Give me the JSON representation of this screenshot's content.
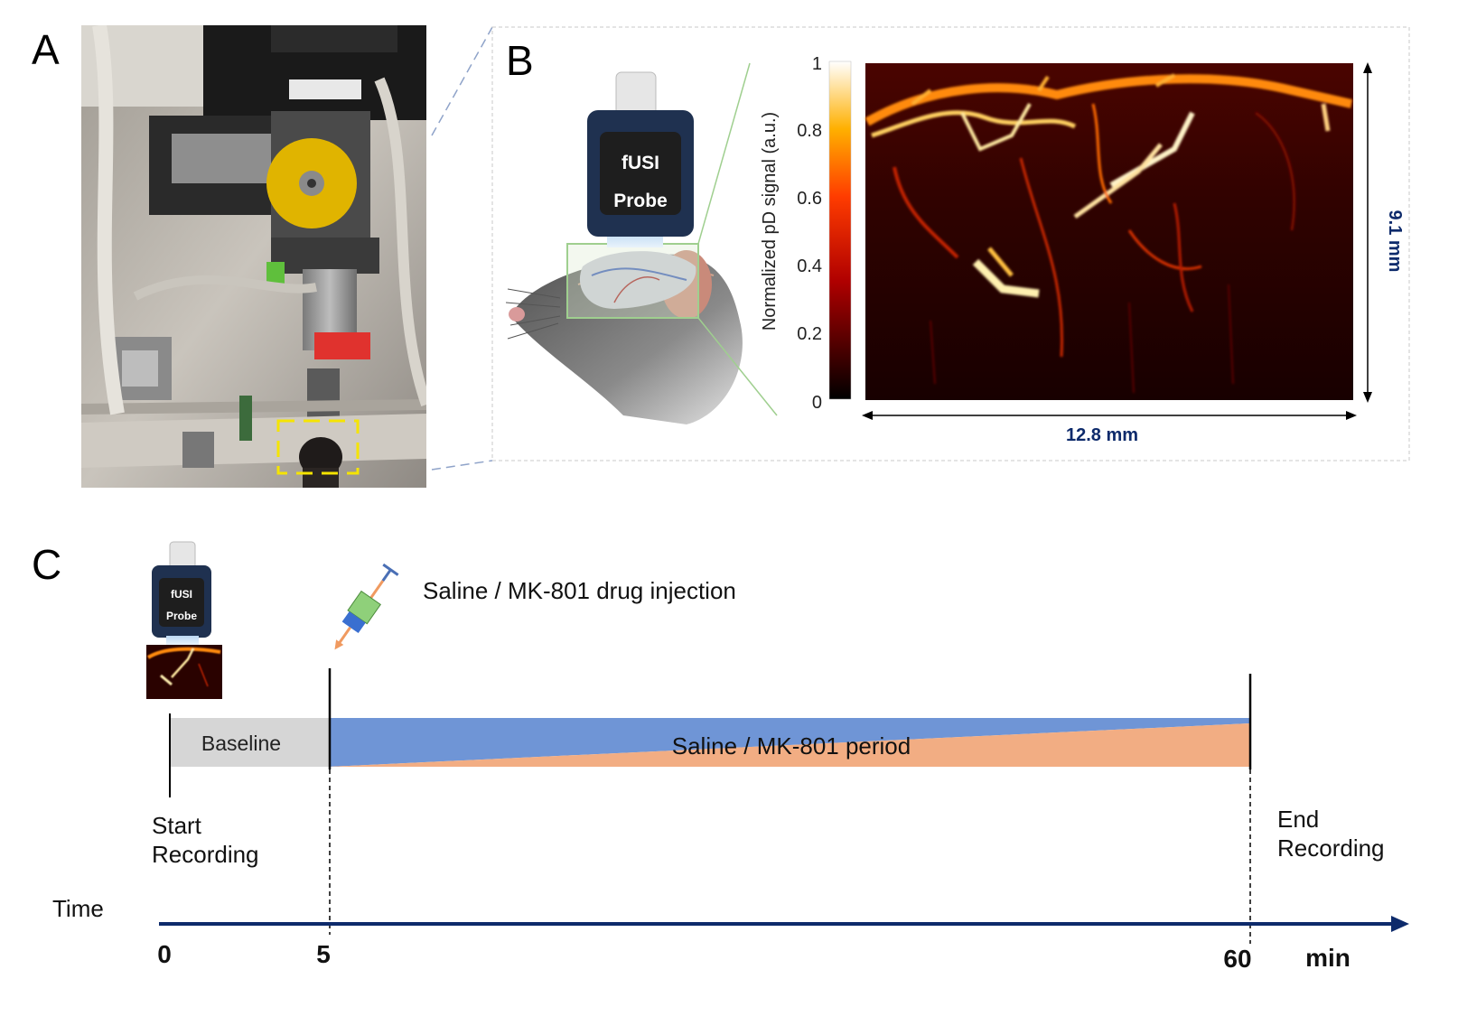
{
  "panels": {
    "a": {
      "letter": "A"
    },
    "b": {
      "letter": "B",
      "probe_label_line1": "fUSI",
      "probe_label_line2": "Probe",
      "colorbar_label": "Normalized pD signal (a.u.)",
      "colorbar_ticks": [
        "1",
        "0.8",
        "0.6",
        "0.4",
        "0.2",
        "0"
      ],
      "width_label": "12.8 mm",
      "height_label": "9.1 mm"
    },
    "c": {
      "letter": "C",
      "probe_label_line1": "fUSI",
      "probe_label_line2": "Probe",
      "injection_label": "Saline / MK-801 drug injection",
      "baseline_label": "Baseline",
      "period_label": "Saline / MK-801 period",
      "start_label_line1": "Start",
      "start_label_line2": "Recording",
      "end_label_line1": "End",
      "end_label_line2": "Recording",
      "time_label": "Time",
      "tick_0": "0",
      "tick_5": "5",
      "tick_60": "60",
      "unit_label": "min"
    }
  },
  "colors": {
    "navy": "#0d2a6b",
    "saline_blue": "#6f95d6",
    "drug_orange": "#f2ad83",
    "baseline_gray": "#d6d6d6",
    "highlight_yellow": "#f5e400",
    "probe_body": "#1f3150"
  }
}
